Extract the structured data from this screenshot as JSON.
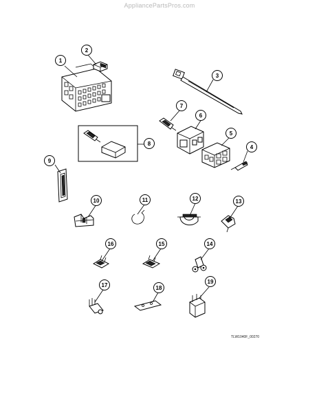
{
  "watermark": "AppliancePartsPros.com",
  "figure_code": "TLW1040F_00270",
  "callouts": [
    "1",
    "2",
    "3",
    "4",
    "5",
    "6",
    "7",
    "8",
    "9",
    "10",
    "11",
    "12",
    "13",
    "14",
    "15",
    "16",
    "17",
    "18",
    "19"
  ]
}
